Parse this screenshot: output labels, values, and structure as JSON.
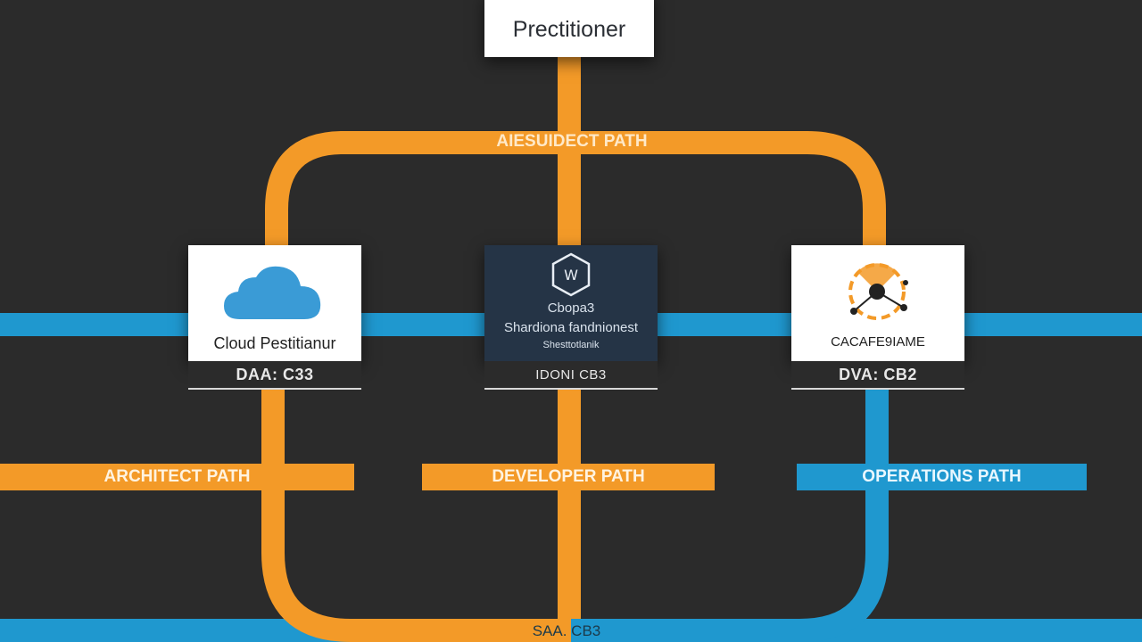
{
  "top": {
    "title": "Prectitioner"
  },
  "arc": {
    "label": "AIESUIDECT PATH"
  },
  "cards": [
    {
      "title": "Cloud Pestitianur",
      "code": "DAA: C33",
      "icon": "cloud-icon"
    },
    {
      "title": "Cbopa3",
      "subtitle": "Shardiona fandnionest",
      "tiny": "Shesttotlanik",
      "code": "IDONI CB3",
      "icon": "hexagon-logo-icon"
    },
    {
      "title": "CACAFE9IAME",
      "code": "DVA: CB2",
      "icon": "gear-network-icon"
    }
  ],
  "paths": [
    {
      "label": "ARCHITECT PATH"
    },
    {
      "label": "DEVELOPER PATH"
    },
    {
      "label": "OPERATIONS PATH"
    }
  ],
  "bottom": {
    "label": "SAA. CB3"
  },
  "colors": {
    "background": "#2b2b2b",
    "orange": "#f39a28",
    "blue": "#1f98cf",
    "dark_card": "#253446"
  }
}
